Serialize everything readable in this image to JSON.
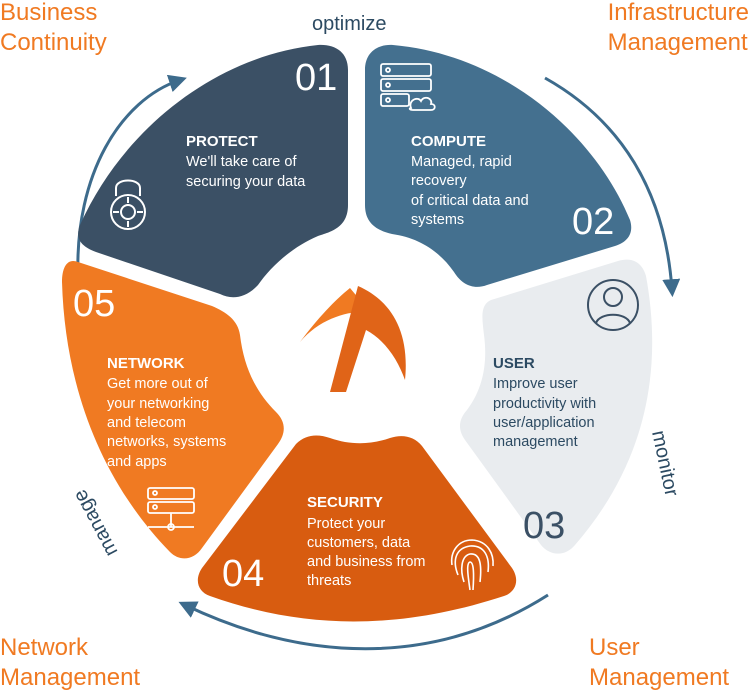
{
  "corners": {
    "top_left": [
      "Business",
      "Continuity"
    ],
    "top_right": [
      "Infrastructure",
      "Management"
    ],
    "bottom_left": [
      "Network",
      "Management"
    ],
    "bottom_right": [
      "User",
      "Management"
    ]
  },
  "phases": {
    "top": "optimize",
    "right": "monitor",
    "left": "manage"
  },
  "segments": [
    {
      "num": "01",
      "title": "PROTECT",
      "lines": [
        "We'll take care of",
        "securing your data"
      ],
      "icon": "padlock-icon",
      "color": "#3b5065"
    },
    {
      "num": "02",
      "title": "COMPUTE",
      "lines": [
        "Managed, rapid",
        "recovery",
        "of critical data and",
        "systems"
      ],
      "icon": "server-cloud-icon",
      "color": "#44708f"
    },
    {
      "num": "03",
      "title": "USER",
      "lines": [
        "Improve user",
        "productivity with",
        "user/application",
        "management"
      ],
      "icon": "user-icon",
      "color": "#e9ecef"
    },
    {
      "num": "04",
      "title": "SECURITY",
      "lines": [
        "Protect your",
        "customers, data",
        "and business from",
        "threats"
      ],
      "icon": "fingerprint-icon",
      "color": "#d85c10"
    },
    {
      "num": "05",
      "title": "NETWORK",
      "lines": [
        "Get more out of",
        "your networking",
        "and telecom",
        "networks, systems",
        "and apps"
      ],
      "icon": "network-server-icon",
      "color": "#f07a22"
    }
  ],
  "colors": {
    "accent": "#f07a22",
    "arrow": "#3d6b8c",
    "dark_text": "#2c4a62"
  }
}
